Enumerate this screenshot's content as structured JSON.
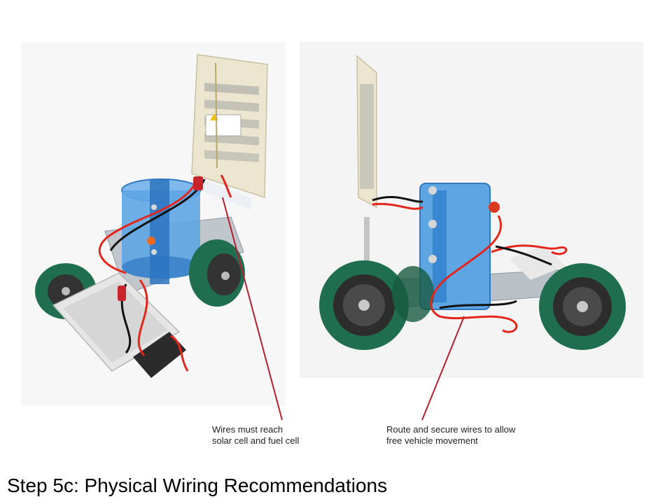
{
  "slide": {
    "title": "Step 5c: Physical Wiring Recommendations"
  },
  "callouts": {
    "left": {
      "line1": "Wires must reach",
      "line2": "solar cell and fuel cell"
    },
    "right": {
      "line1": "Route and secure wires to allow",
      "line2": "free vehicle movement"
    }
  },
  "colors": {
    "leader_line": "#b3202e",
    "wheel_green": "#1f6e50",
    "fuel_cell_blue": "#3d8fd6",
    "wire_red": "#e2261c"
  }
}
